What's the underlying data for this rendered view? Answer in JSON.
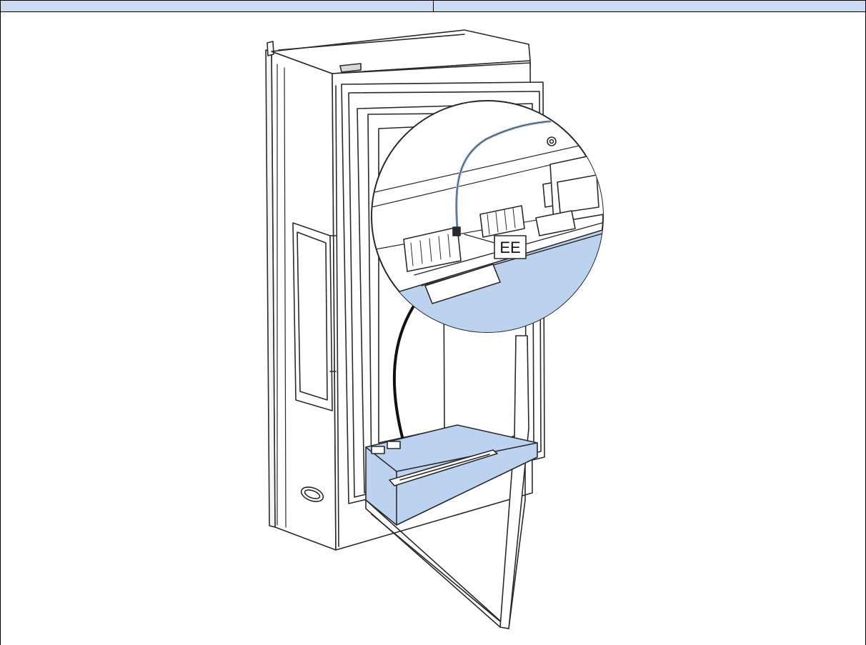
{
  "callout": {
    "label": "EE"
  },
  "colors": {
    "header_fill": "#c9dcf3",
    "highlight_fill": "#bcd3ef",
    "line": "#2a2a2a",
    "cable": "#8fb0d6"
  },
  "icons": {
    "magnifier": "detail-magnifier-circle",
    "leader": "curved-leader-line"
  }
}
